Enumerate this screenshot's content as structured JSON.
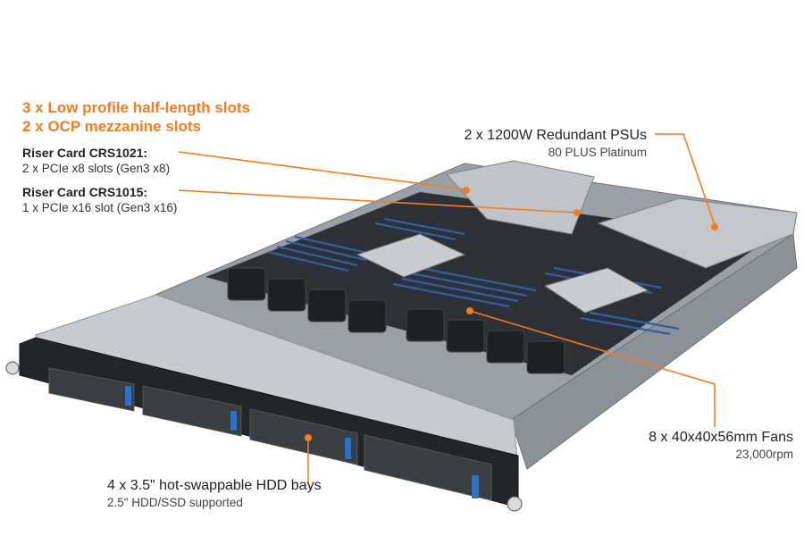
{
  "slots_callout": {
    "line1": "3 x Low profile half-length slots",
    "line2": "2 x OCP mezzanine slots",
    "riser1_title": "Riser Card CRS1021:",
    "riser1_desc": "2 x PCIe x8 slots (Gen3 x8)",
    "riser2_title": "Riser Card CRS1015:",
    "riser2_desc": "1 x PCIe x16 slot (Gen3 x16)"
  },
  "psu_callout": {
    "title": "2 x 1200W Redundant PSUs",
    "desc": "80 PLUS Platinum"
  },
  "fans_callout": {
    "title": "8 x 40x40x56mm Fans",
    "desc": "23,000rpm"
  },
  "hdd_callout": {
    "title": "4 x 3.5\" hot-swappable HDD bays",
    "desc": "2.5\" HDD/SSD supported"
  },
  "colors": {
    "accent": "#f47c20",
    "chassis": "#b9bec3",
    "dimm": "#2e5fa8",
    "bezel": "#232629"
  }
}
